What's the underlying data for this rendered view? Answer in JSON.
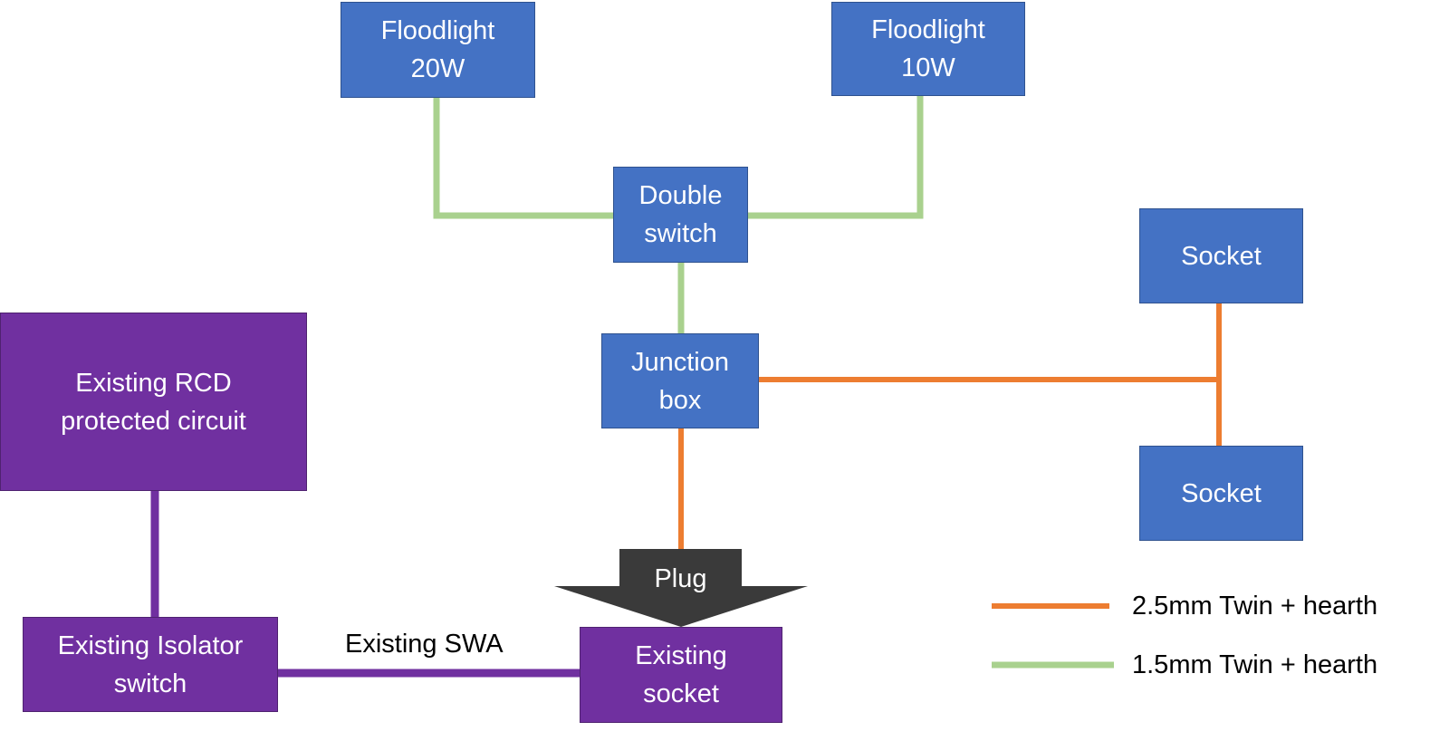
{
  "nodes": {
    "floodlight_20w": "Floodlight\n20W",
    "floodlight_10w": "Floodlight\n10W",
    "double_switch": "Double\nswitch",
    "junction_box": "Junction\nbox",
    "socket_top": "Socket",
    "socket_bottom": "Socket",
    "rcd_circuit": "Existing RCD\nprotected circuit",
    "isolator_switch": "Existing Isolator\nswitch",
    "existing_socket": "Existing\nsocket",
    "plug": "Plug"
  },
  "swa_label": "Existing SWA",
  "legend": {
    "orange_label": "2.5mm Twin + hearth",
    "green_label": "1.5mm Twin + hearth"
  },
  "colors": {
    "orange_cable": "#ed7d31",
    "green_cable": "#a9d18e",
    "purple_cable": "#7030a0",
    "blue_box": "#4472c4",
    "purple_box": "#7030a0",
    "plug_arrow": "#3a3a3a"
  }
}
